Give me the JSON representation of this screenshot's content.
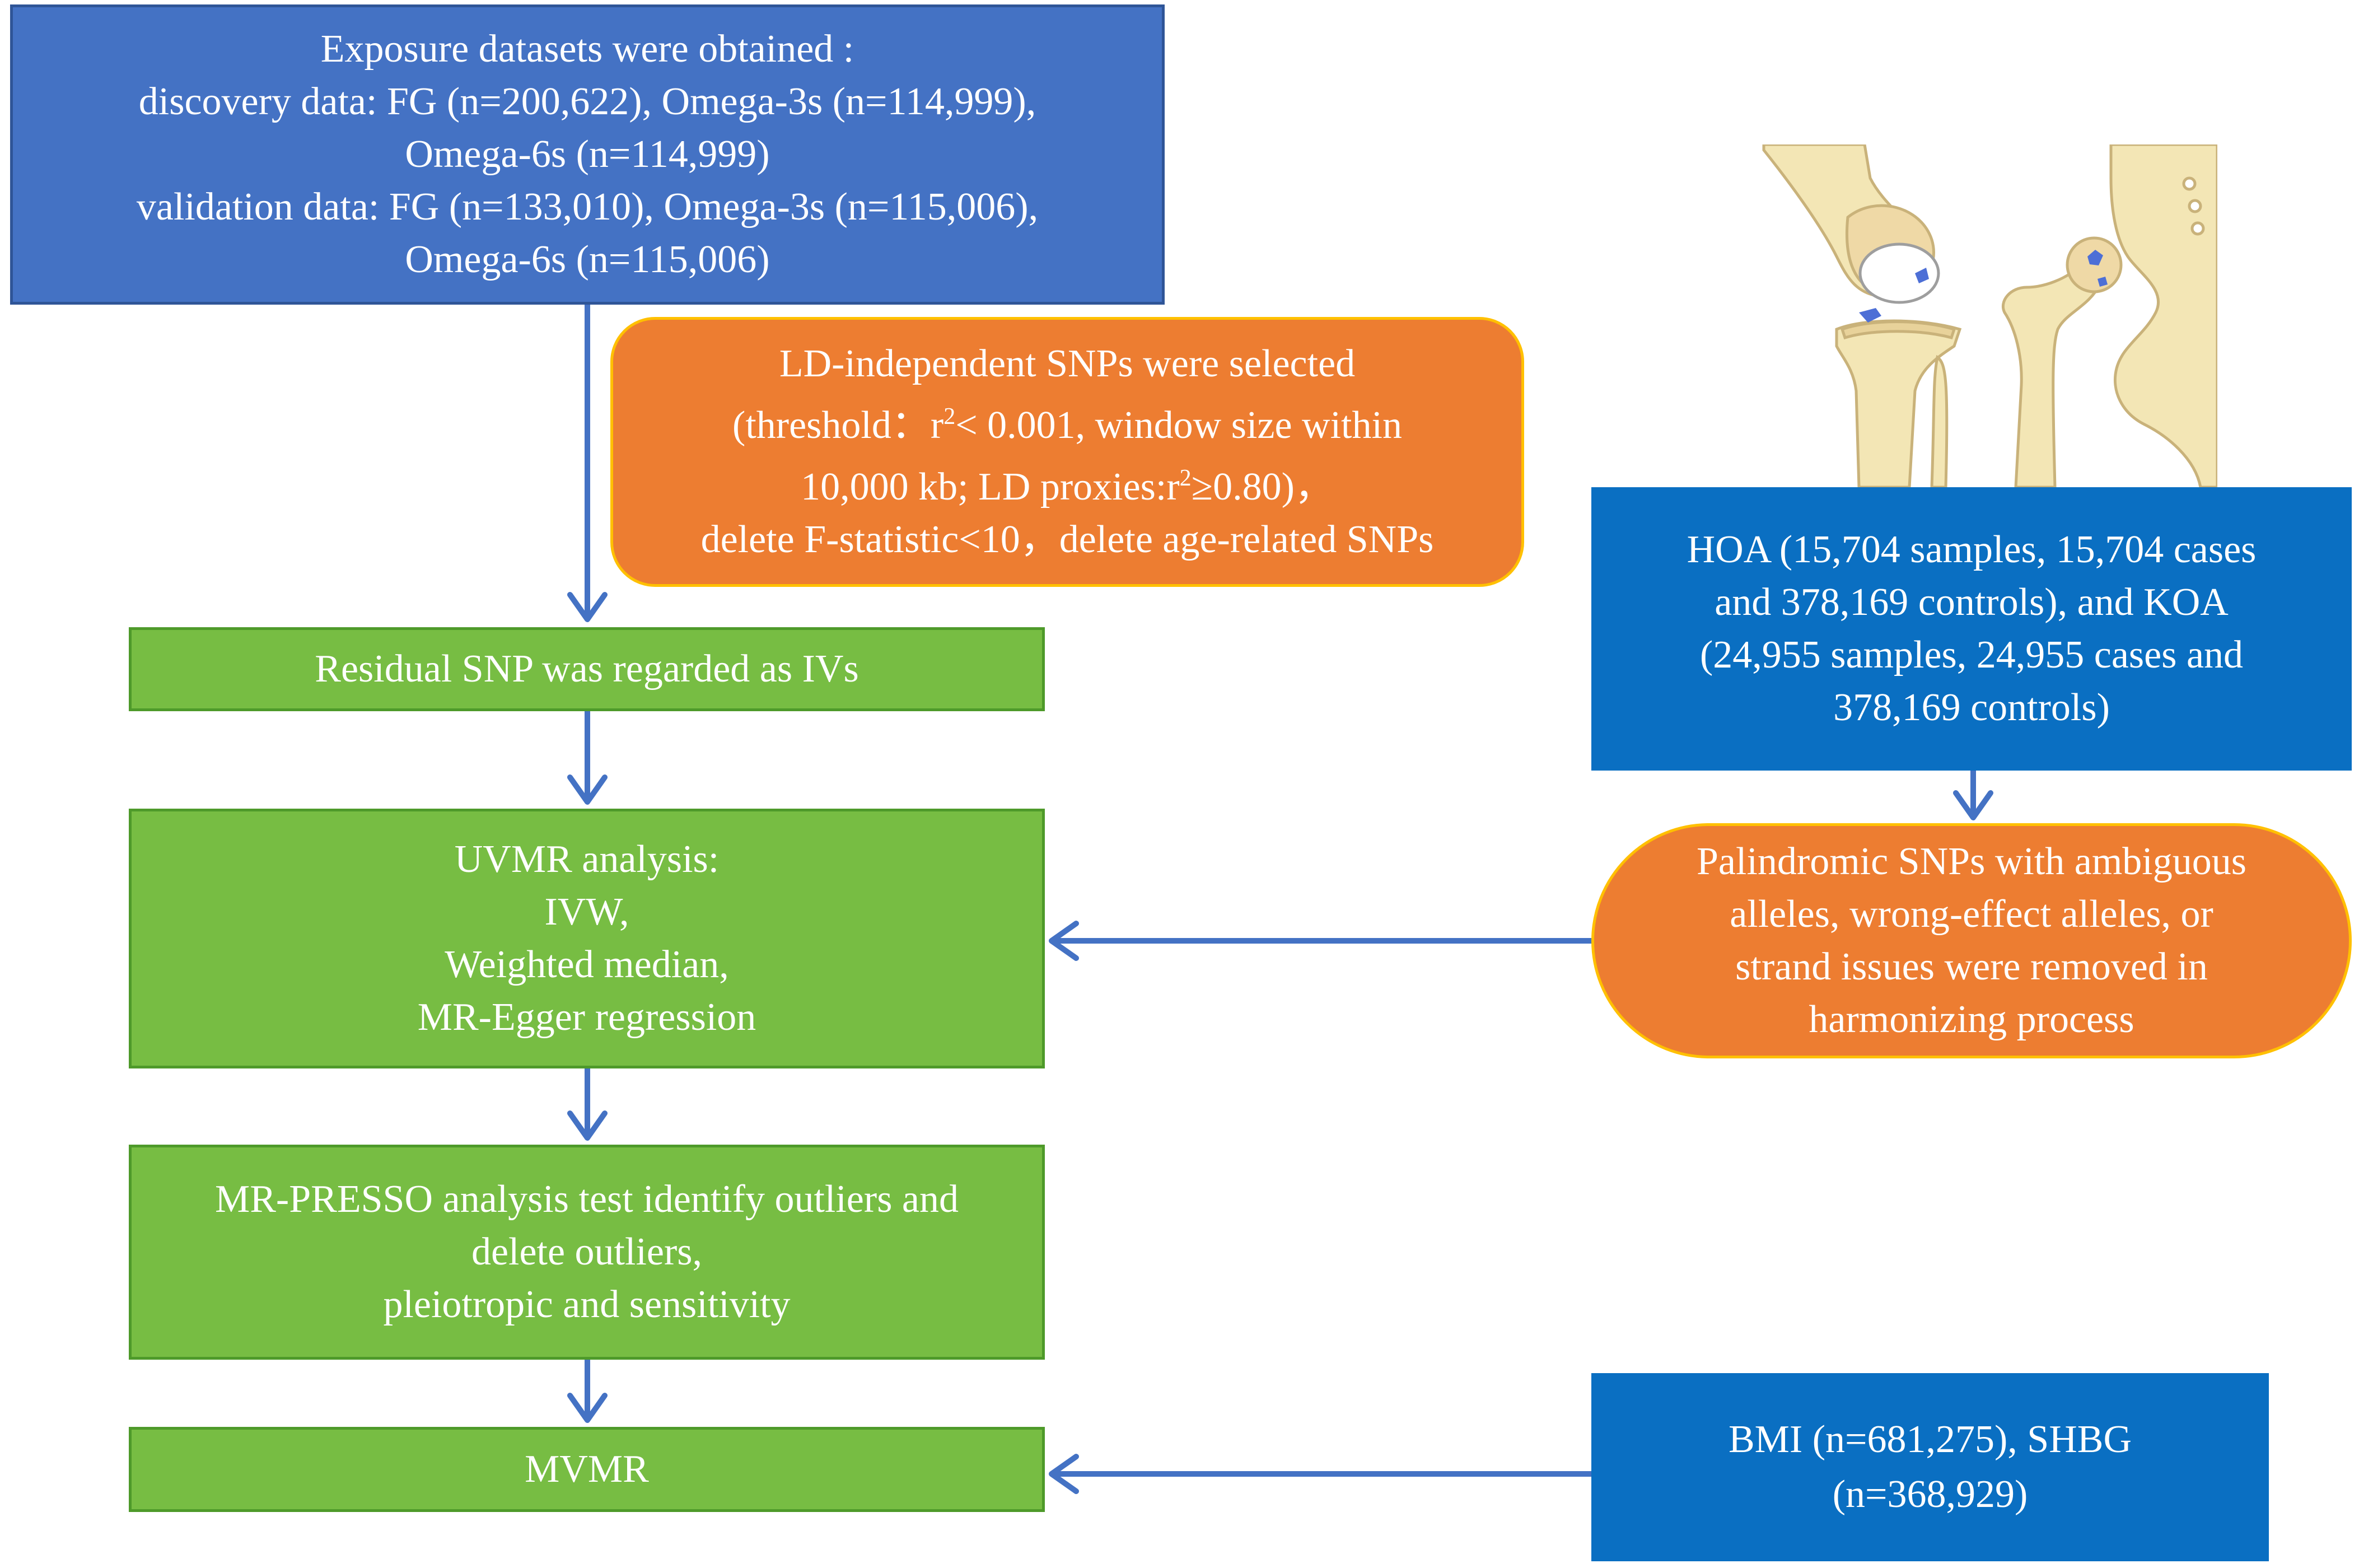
{
  "exposure": {
    "lines": [
      "Exposure datasets were obtained :",
      "discovery data: FG (n=200,622), Omega-3s (n=114,999),",
      "Omega-6s (n=114,999)",
      "validation data:  FG (n=133,010),  Omega-3s (n=115,006),",
      "Omega-6s (n=115,006)"
    ]
  },
  "ld_selection": {
    "line1": "LD-independent SNPs were selected",
    "line2_a": "(threshold：r",
    "line2_sup": "2",
    "line2_b": "< 0.001, window size within",
    "line3_a": "10,000 kb; LD proxies:r",
    "line3_sup": "2",
    "line3_b": "≥0.80)，",
    "line4": "delete F-statistic<10，delete age-related SNPs"
  },
  "ivs": {
    "label": "Residual SNP was regarded as IVs"
  },
  "uvmr": {
    "lines": [
      "UVMR analysis:",
      "IVW,",
      "Weighted median,",
      "MR-Egger regression"
    ]
  },
  "mr_presso": {
    "lines": [
      "MR-PRESSO analysis test identify outliers and",
      "delete outliers,",
      "pleiotropic and sensitivity"
    ]
  },
  "mvmr": {
    "label": "MVMR"
  },
  "outcome": {
    "lines": [
      "HOA (15,704 samples, 15,704 cases",
      "and 378,169 controls), and KOA",
      "(24,955 samples, 24,955 cases and",
      "378,169 controls)"
    ]
  },
  "harmonizing": {
    "lines": [
      "Palindromic SNPs with ambiguous",
      "alleles, wrong-effect alleles, or",
      "strand issues were removed in",
      "harmonizing process"
    ]
  },
  "covariates": {
    "lines": [
      "BMI (n=681,275), SHBG",
      "(n=368,929)"
    ]
  },
  "colors": {
    "exposure_blue": "#4472c4",
    "outcome_blue": "#0a6fc2",
    "process_green": "#77bd43",
    "filter_orange": "#ed7d31",
    "orange_border": "#ffc000",
    "arrow": "#4472c4",
    "bone": "#f3e6b5",
    "lesion": "#4d6fd6"
  },
  "illustration": {
    "icon": "knee-and-hip-joint-icon"
  }
}
